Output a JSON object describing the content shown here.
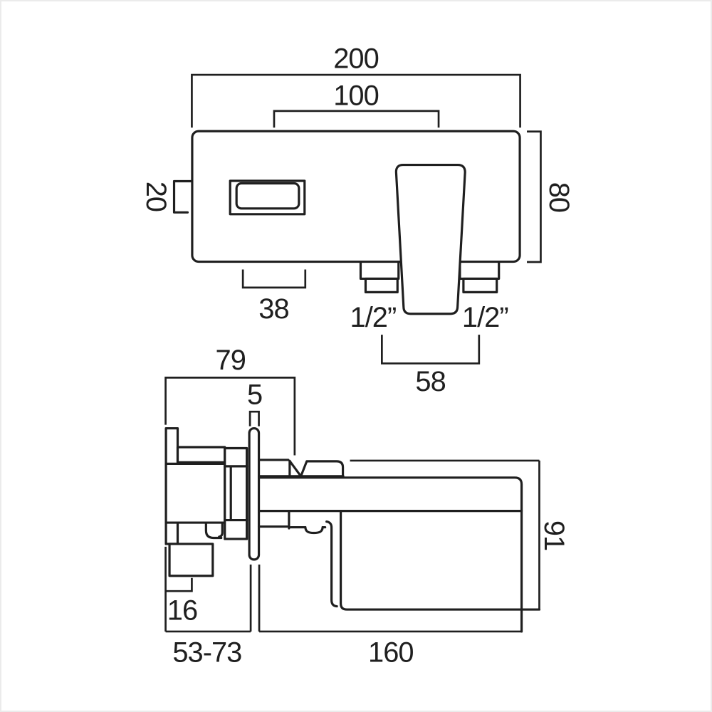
{
  "colors": {
    "line": "#1f1f1f",
    "background": "#ffffff",
    "frame": "#ebebeb"
  },
  "drawing": {
    "front_view": {
      "overall_width": "200",
      "fixing_centres": "100",
      "side_tab_height": "20",
      "plate_height": "80",
      "spout_opening_width": "38",
      "inlet_left": "1/2”",
      "inlet_right": "1/2”",
      "inlet_centres": "58"
    },
    "side_view": {
      "body_depth": "79",
      "plate_thickness": "5",
      "drop_height": "91",
      "bottom_offset": "16",
      "adjustable_depth": "53-73",
      "spout_projection": "160"
    }
  }
}
